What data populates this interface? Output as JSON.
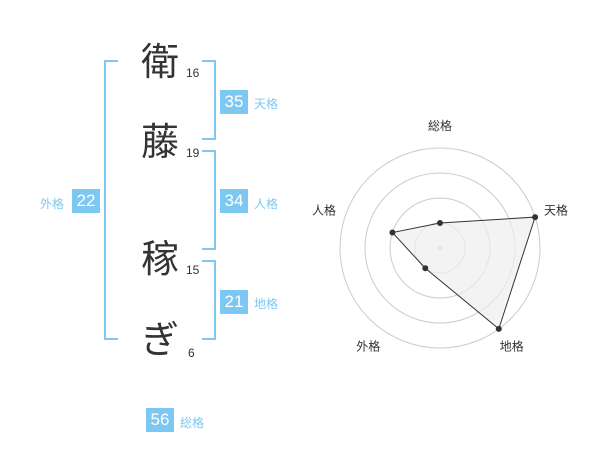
{
  "name_chars": [
    {
      "char": "衛",
      "strokes": "16"
    },
    {
      "char": "藤",
      "strokes": "19"
    },
    {
      "char": "稼",
      "strokes": "15"
    },
    {
      "char": "ぎ",
      "strokes": "6"
    }
  ],
  "scores": {
    "tenkaku": {
      "value": "35",
      "label": "天格"
    },
    "jinkaku": {
      "value": "34",
      "label": "人格"
    },
    "chikaku": {
      "value": "21",
      "label": "地格"
    },
    "gaikaku": {
      "value": "22",
      "label": "外格"
    },
    "soukaku": {
      "value": "56",
      "label": "総格"
    }
  },
  "colors": {
    "accent": "#7dc8f2",
    "text": "#333333",
    "grid": "#cccccc",
    "fill": "#eeeeee"
  },
  "chart_data": {
    "type": "radar",
    "axes": [
      "総格",
      "天格",
      "地格",
      "外格",
      "人格"
    ],
    "values": [
      1,
      4,
      4,
      1,
      2
    ],
    "range": [
      0,
      4
    ],
    "rings": 4,
    "grid": true
  }
}
